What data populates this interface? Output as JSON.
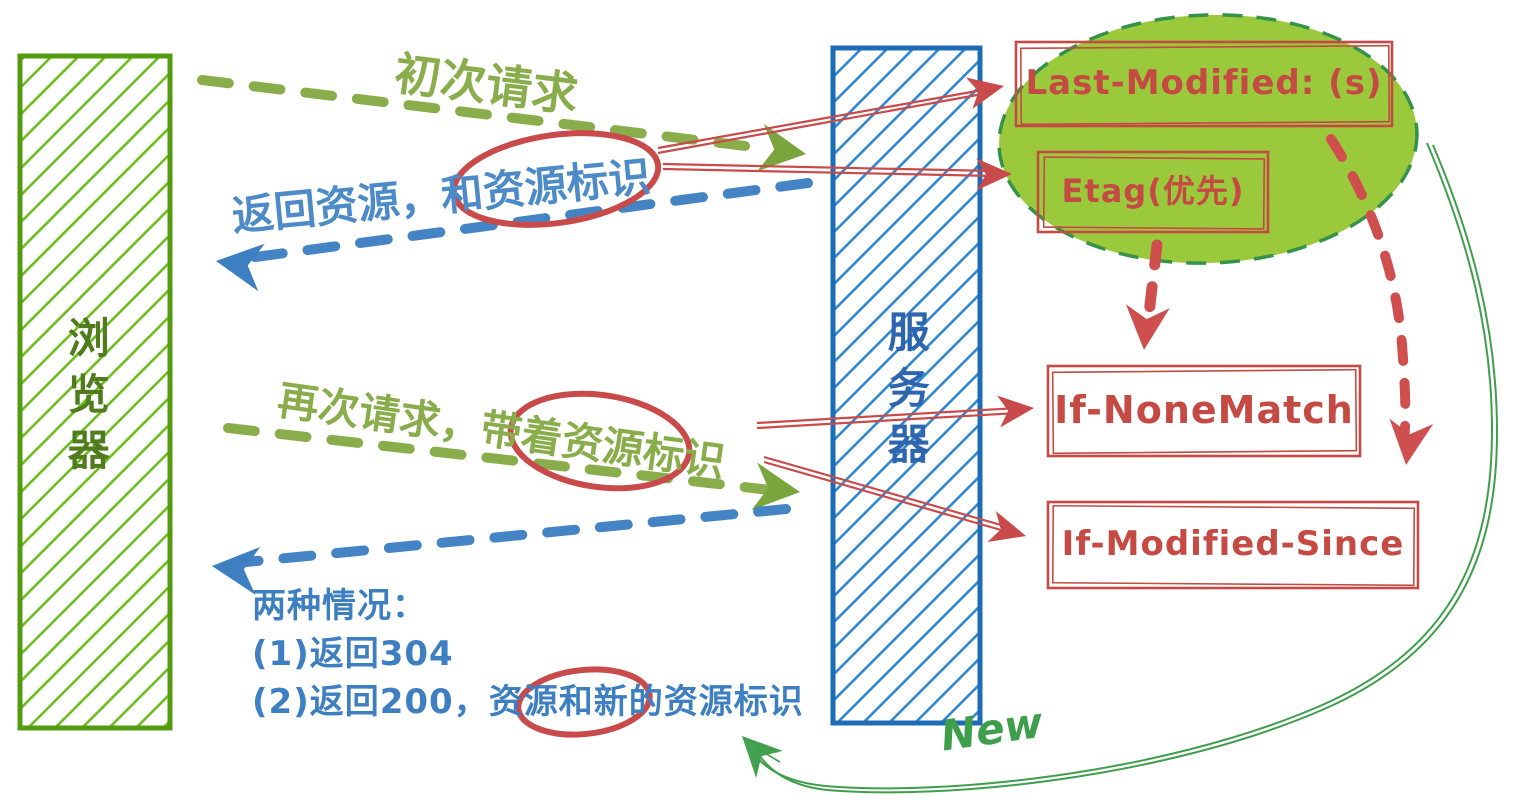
{
  "actors": {
    "browser": "浏览器",
    "server": "服务器"
  },
  "messages": {
    "first_request": "初次请求",
    "first_response": "返回资源，和资源标识",
    "second_request": "再次请求，带着资源标识"
  },
  "headers": {
    "last_modified": "Last-Modified: (s)",
    "etag": "Etag(优先)",
    "if_none_match": "If-NoneMatch",
    "if_modified_since": "If-Modified-Since"
  },
  "notes": {
    "cases_title": "两种情况：",
    "case_1": "(1)返回304",
    "case_2": "(2)返回200，资源和新的资源标识",
    "new_label": "New"
  },
  "colors": {
    "browser_hatch": "#6fbe21",
    "browser_border": "#549b11",
    "browser_text": "#507c1d",
    "server_hatch": "#3188cd",
    "server_border": "#1e6cb5",
    "server_text": "#2d66ae",
    "request_arrow_green": "#8aad4c",
    "response_arrow_blue": "#4584c4",
    "red_annotation": "#c94a4a",
    "red_dashed": "#cf4f4f",
    "ellipse_fill": "#9aca3c",
    "ellipse_border": "#35924a",
    "new_curve_green": "#3f9e4c"
  }
}
